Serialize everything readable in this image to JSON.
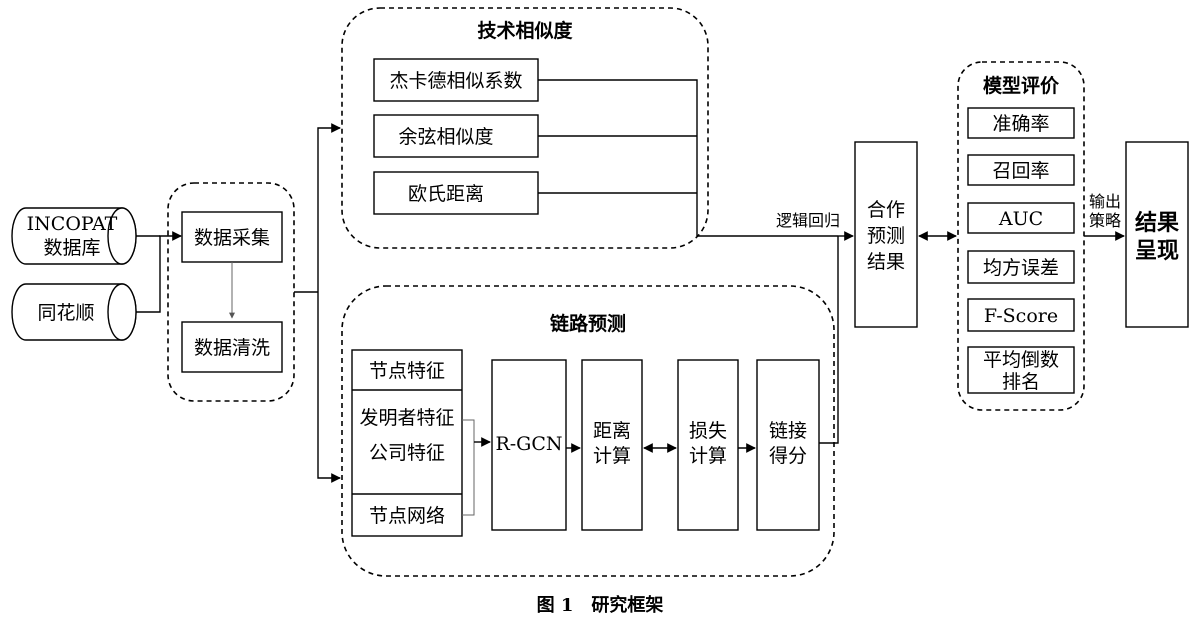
{
  "sources": {
    "incopat": [
      "INCOPAT",
      "数据库"
    ],
    "tonghuashun": "同花顺"
  },
  "data_processing": {
    "collect": "数据采集",
    "clean": "数据清洗"
  },
  "tech_similarity": {
    "title": "技术相似度",
    "items": [
      "杰卡德相似系数",
      "余弦相似度",
      "欧氏距离"
    ]
  },
  "link_prediction": {
    "title": "链路预测",
    "node_features": "节点特征",
    "inventor_features": "发明者特征",
    "company_features": "公司特征",
    "node_network": "节点网络",
    "rgcn": "R-GCN",
    "distance_calc": [
      "距离",
      "计算"
    ],
    "loss_calc": [
      "损失",
      "计算"
    ],
    "link_score": [
      "链接",
      "得分"
    ]
  },
  "logistic_regression": "逻辑回归",
  "cooperation_prediction": [
    "合作",
    "预测",
    "结果"
  ],
  "model_evaluation": {
    "title": "模型评价",
    "metrics": [
      "准确率",
      "召回率",
      "AUC",
      "均方误差",
      "F-Score",
      "平均倒数",
      "排名"
    ]
  },
  "output_strategy": [
    "输出",
    "策略"
  ],
  "result_presentation": [
    "结果",
    "呈现"
  ],
  "caption": "图 1　研究框架"
}
